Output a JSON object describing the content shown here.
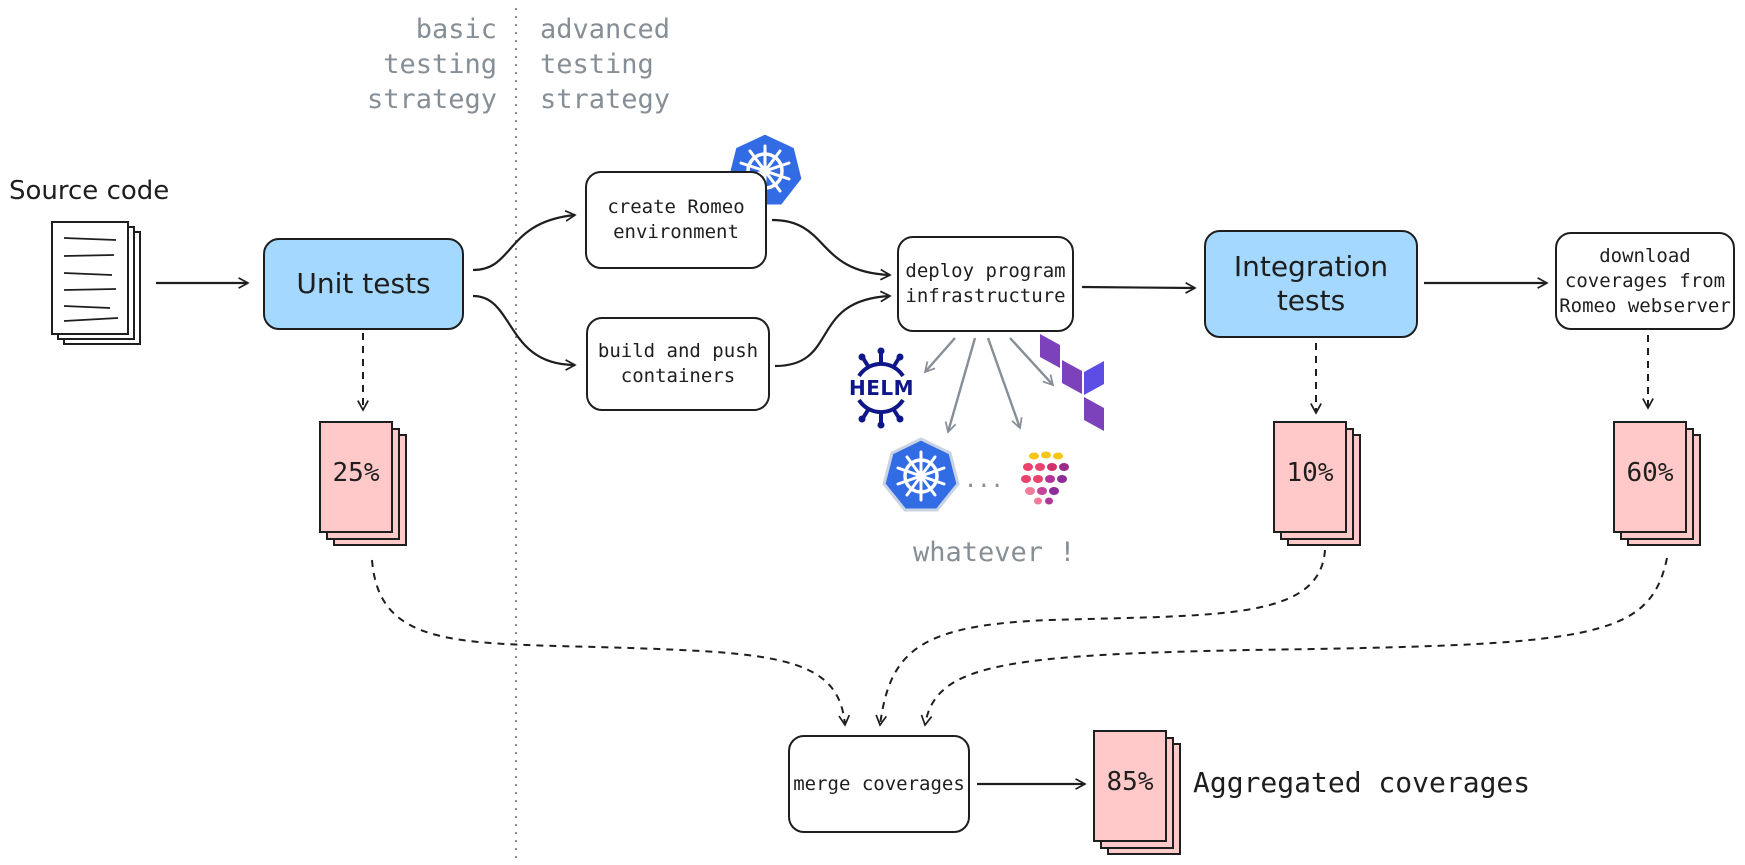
{
  "headers": {
    "basic": "basic\ntesting\nstrategy",
    "advanced": "advanced\ntesting\nstrategy"
  },
  "source": {
    "label": "Source code"
  },
  "nodes": {
    "unit_tests": "Unit tests",
    "create_env": "create Romeo\nenvironment",
    "build_push": "build and push\ncontainers",
    "deploy": "deploy program\ninfrastructure",
    "integration": "Integration\ntests",
    "download": "download\ncoverages from\nRomeo webserver",
    "merge": "merge coverages"
  },
  "coverages": {
    "unit": "25%",
    "integration": "10%",
    "download": "60%",
    "aggregated": "85%",
    "aggregated_label": "Aggregated coverages"
  },
  "tools": {
    "helm_label": "HELM",
    "ellipsis": "...",
    "whatever": "whatever !"
  },
  "icons": [
    "document-stack-icon",
    "kubernetes-icon",
    "helm-icon",
    "terraform-icon",
    "kubernetes-icon",
    "dots-logo-icon"
  ],
  "colors": {
    "node_highlight": "#a5d8ff",
    "coverage_doc": "#ffc9c9",
    "muted_text": "#868e96",
    "kubernetes_blue": "#326ce5",
    "terraform_purple": "#7b42bc",
    "helm_navy": "#0f1689"
  }
}
